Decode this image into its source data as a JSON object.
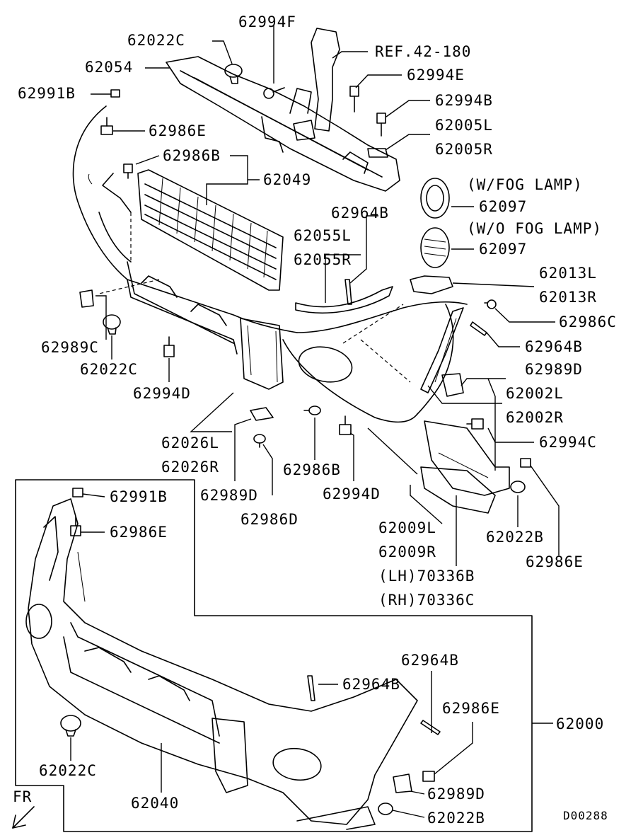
{
  "labels": {
    "l_62994F": "62994F",
    "l_62022C_top": "62022C",
    "l_ref": "REF.42-180",
    "l_62054": "62054",
    "l_62994E": "62994E",
    "l_62991B_top": "62991B",
    "l_62994B": "62994B",
    "l_62986E_top": "62986E",
    "l_62005L": "62005L",
    "l_62005R": "62005R",
    "l_62986B_top": "62986B",
    "l_62049": "62049",
    "l_wfog": "(W/FOG LAMP)",
    "l_62097_a": "62097",
    "l_62964B_a": "62964B",
    "l_wofog": "(W/O FOG LAMP)",
    "l_62055L": "62055L",
    "l_62097_b": "62097",
    "l_62055R": "62055R",
    "l_62013L": "62013L",
    "l_62013R": "62013R",
    "l_62986C": "62986C",
    "l_62964B_b": "62964B",
    "l_62989C": "62989C",
    "l_62022C_mid": "62022C",
    "l_62989D_a": "62989D",
    "l_62994D_a": "62994D",
    "l_62002L": "62002L",
    "l_62002R": "62002R",
    "l_62026L": "62026L",
    "l_62994C": "62994C",
    "l_62026R": "62026R",
    "l_62986B_b": "62986B",
    "l_62989D_b": "62989D",
    "l_62994D_b": "62994D",
    "l_62986D": "62986D",
    "l_62009L": "62009L",
    "l_62022B_a": "62022B",
    "l_62009R": "62009R",
    "l_62986E_mid": "62986E",
    "l_70336B": "(LH)70336B",
    "l_70336C": "(RH)70336C",
    "l_62991B_box": "62991B",
    "l_62986E_box": "62986E",
    "l_62964B_c": "62964B",
    "l_62964B_d": "62964B",
    "l_62986E_c": "62986E",
    "l_62000": "62000",
    "l_62022C_box": "62022C",
    "l_62989D_c": "62989D",
    "l_62040": "62040",
    "l_62022B_b": "62022B",
    "l_fr": "FR",
    "l_code": "D00288"
  }
}
